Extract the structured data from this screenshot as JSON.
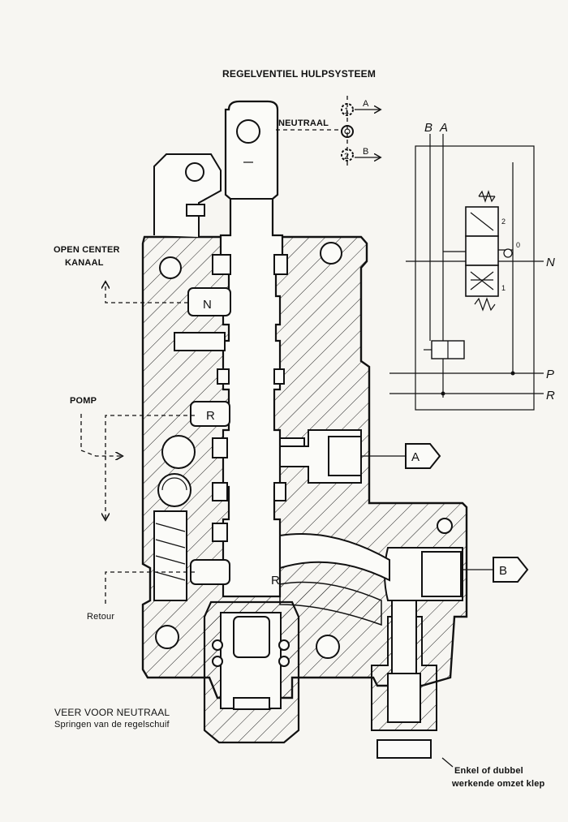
{
  "diagram": {
    "title": "REGELVENTIEL HULPSYSTEEM",
    "labels": {
      "neutraal": "NEUTRAAL",
      "pos1": "1",
      "pos2": "2",
      "pos1_arrow": "A",
      "pos2_arrow": "B",
      "open_center_1": "OPEN CENTER",
      "open_center_2": "KANAAL",
      "pomp": "POMP",
      "retour": "Retour",
      "veer_1": "VEER VOOR NEUTRAAL",
      "veer_2": "Springen van de regelschuif",
      "enkel_1": "Enkel of dubbel",
      "enkel_2": "werkende omzet klep",
      "port_a": "A",
      "port_b": "B",
      "spool_n": "N",
      "spool_r1": "R",
      "spool_r2": "R"
    },
    "schematic": {
      "top_b": "B",
      "top_a": "A",
      "n": "N",
      "p": "P",
      "r": "R",
      "pos2": "2",
      "pos0": "0",
      "pos1": "1"
    }
  }
}
